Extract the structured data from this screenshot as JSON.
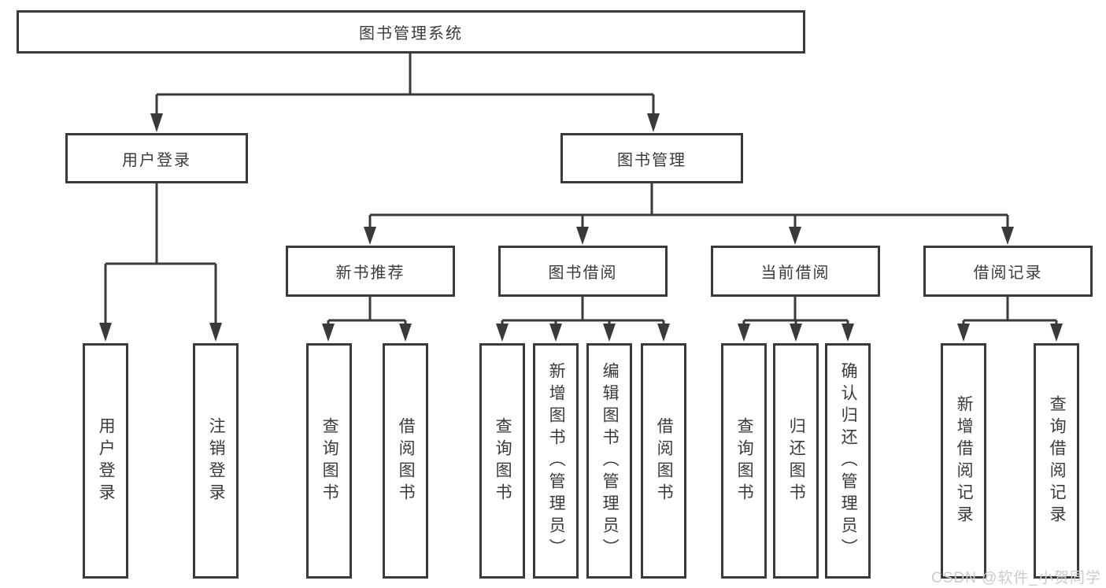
{
  "colors": {
    "line": "#3a3a3a",
    "text": "#3a3a3a",
    "box_background": "#ffffff",
    "watermark": "#cbcbcb"
  },
  "watermark": {
    "text": "CSDN @软件_小贺同学"
  },
  "tree": {
    "root": {
      "label": "图书管理系统",
      "children": [
        {
          "label": "用户登录",
          "children": [
            {
              "label": "用户登录"
            },
            {
              "label": "注销登录"
            }
          ]
        },
        {
          "label": "图书管理",
          "children": [
            {
              "label": "新书推荐",
              "children": [
                {
                  "label": "查询图书"
                },
                {
                  "label": "借阅图书"
                }
              ]
            },
            {
              "label": "图书借阅",
              "children": [
                {
                  "label": "查询图书"
                },
                {
                  "label": "新增图书（管理员）"
                },
                {
                  "label": "编辑图书（管理员）"
                },
                {
                  "label": "借阅图书"
                }
              ]
            },
            {
              "label": "当前借阅",
              "children": [
                {
                  "label": "查询图书"
                },
                {
                  "label": "归还图书"
                },
                {
                  "label": "确认归还（管理员）"
                }
              ]
            },
            {
              "label": "借阅记录",
              "children": [
                {
                  "label": "新增借阅记录"
                },
                {
                  "label": "查询借阅记录"
                }
              ]
            }
          ]
        }
      ]
    }
  }
}
